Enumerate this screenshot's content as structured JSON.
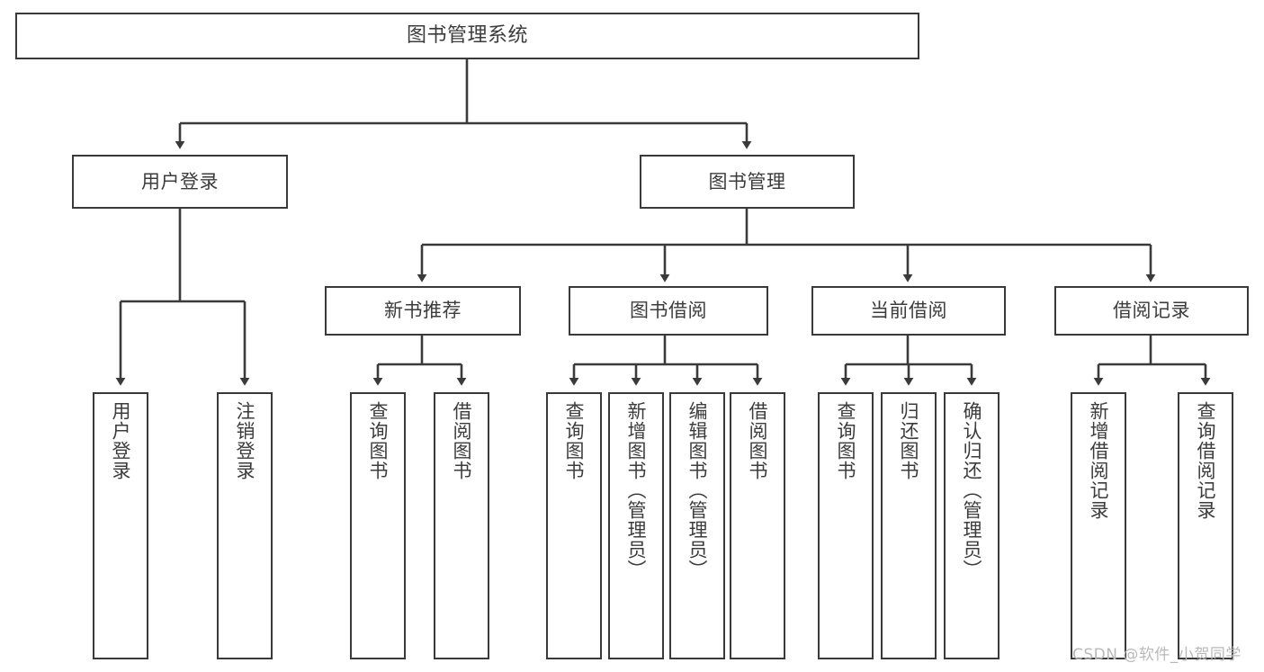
{
  "diagram": {
    "title": "图书管理系统",
    "type": "tree-hierarchy-chart",
    "watermark": "CSDN @软件_小贺同学",
    "colors": {
      "box_border": "#3a3a3a",
      "box_fill": "#ffffff",
      "edge": "#3a3a3a",
      "text": "#3c3c3c",
      "watermark": "#b9b9b9",
      "background": "#ffffff"
    },
    "levels": {
      "root": {
        "label": "图书管理系统"
      },
      "level2": [
        {
          "id": "user-login",
          "label": "用户登录"
        },
        {
          "id": "book-management",
          "label": "图书管理"
        }
      ],
      "level3": [
        {
          "id": "new-book-recommend",
          "label": "新书推荐"
        },
        {
          "id": "book-borrow",
          "label": "图书借阅"
        },
        {
          "id": "current-borrow",
          "label": "当前借阅"
        },
        {
          "id": "borrow-record",
          "label": "借阅记录"
        }
      ],
      "leaves": [
        {
          "id": "leaf-user-login",
          "label": "用户登录",
          "parent": "user-login"
        },
        {
          "id": "leaf-logout-login",
          "label": "注销登录",
          "parent": "user-login"
        },
        {
          "id": "leaf-query-book-1",
          "label": "查询图书",
          "parent": "new-book-recommend"
        },
        {
          "id": "leaf-borrow-book-1",
          "label": "借阅图书",
          "parent": "new-book-recommend"
        },
        {
          "id": "leaf-query-book-2",
          "label": "查询图书",
          "parent": "book-borrow"
        },
        {
          "id": "leaf-add-book",
          "label": "新增图书（管理员）",
          "parent": "book-borrow"
        },
        {
          "id": "leaf-edit-book",
          "label": "编辑图书（管理员）",
          "parent": "book-borrow"
        },
        {
          "id": "leaf-borrow-book-2",
          "label": "借阅图书",
          "parent": "book-borrow"
        },
        {
          "id": "leaf-query-book-3",
          "label": "查询图书",
          "parent": "current-borrow"
        },
        {
          "id": "leaf-return-book",
          "label": "归还图书",
          "parent": "current-borrow"
        },
        {
          "id": "leaf-confirm-return",
          "label": "确认归还（管理员）",
          "parent": "current-borrow"
        },
        {
          "id": "leaf-add-record",
          "label": "新增借阅记录",
          "parent": "borrow-record"
        },
        {
          "id": "leaf-query-record",
          "label": "查询借阅记录",
          "parent": "borrow-record"
        }
      ]
    }
  }
}
